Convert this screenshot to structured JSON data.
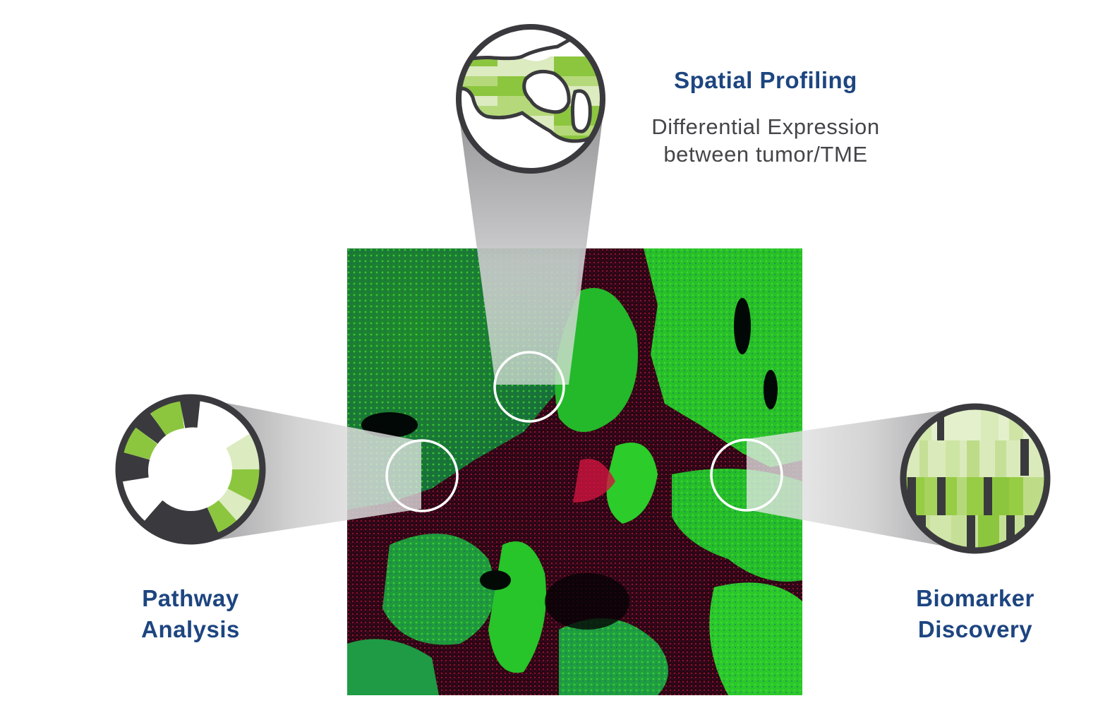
{
  "colors": {
    "title_blue": "#1d4580",
    "subtitle_gray": "#454549",
    "ring_dark": "#3a3a3e",
    "green_strong": "#8cc63f",
    "green_mid": "#b5d97a",
    "green_light": "#dcebc0",
    "funnel_gray": "#9a9a9c",
    "tissue_green": "#2fd22a",
    "tissue_red": "#c8103c"
  },
  "spatial_profiling": {
    "title": "Spatial Profiling",
    "subtitle_line1": "Differential Expression",
    "subtitle_line2": "between tumor/TME",
    "icon": "spatial-map-icon"
  },
  "pathway_analysis": {
    "title_line1": "Pathway",
    "title_line2": "Analysis",
    "icon": "pathway-donut-icon"
  },
  "biomarker_discovery": {
    "title_line1": "Biomarker",
    "title_line2": "Discovery",
    "icon": "biomarker-heatmap-icon"
  },
  "tissue_image": {
    "description": "multiplex fluorescence tissue section",
    "roi_count": 3
  }
}
